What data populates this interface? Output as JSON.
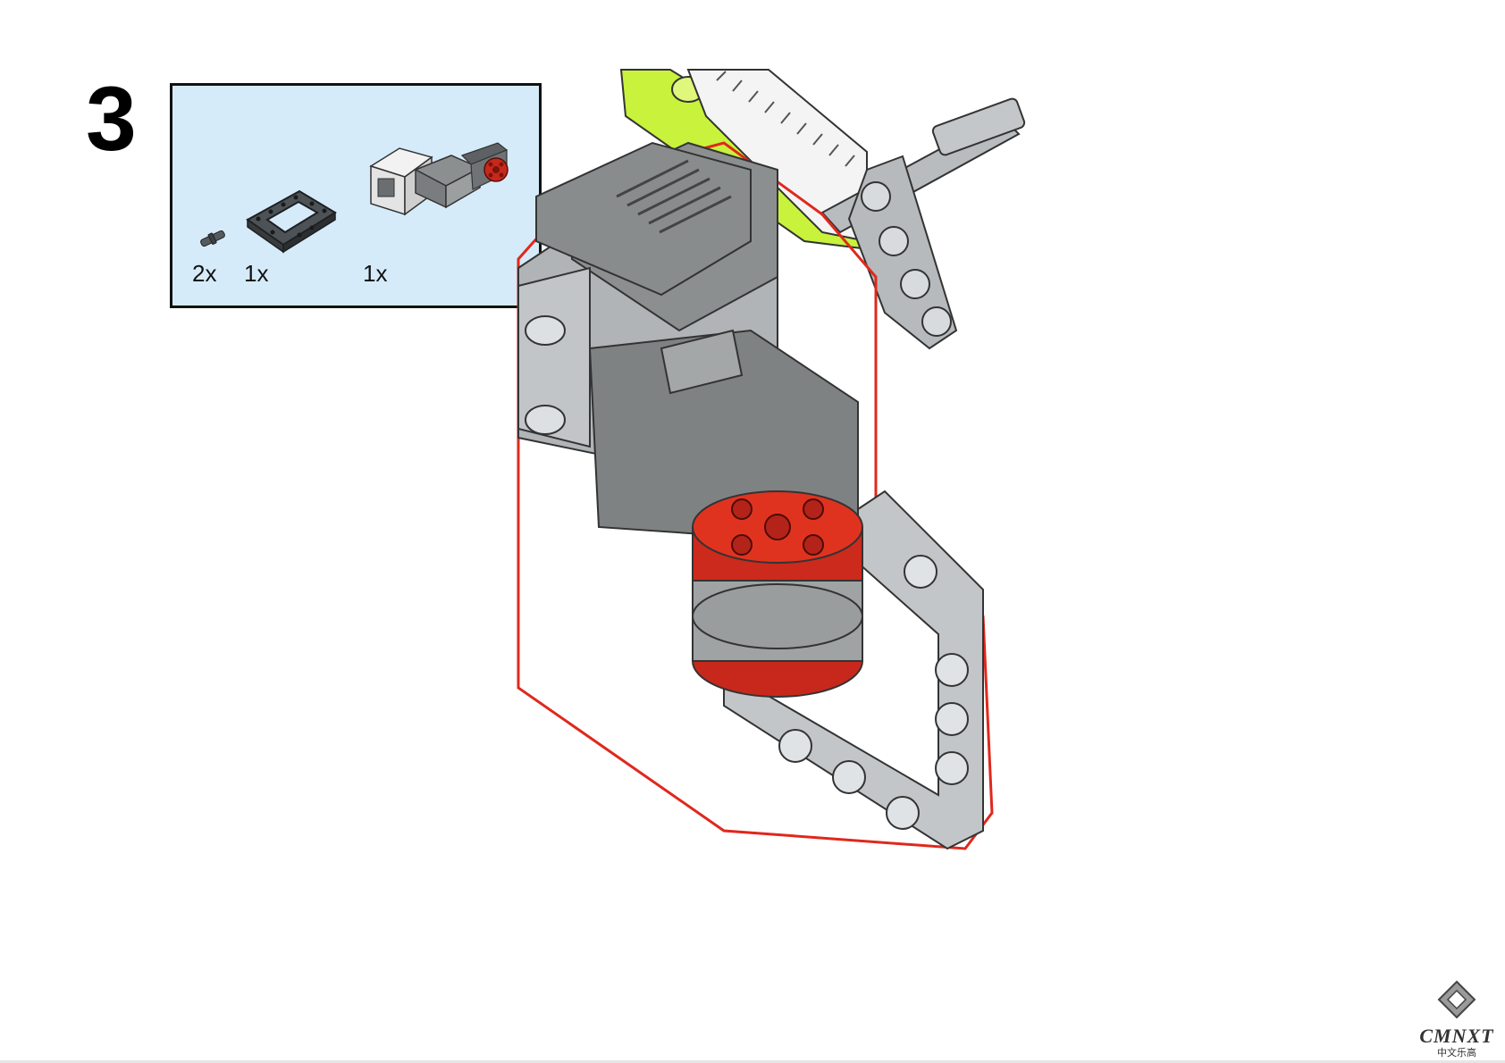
{
  "step": {
    "number": "3"
  },
  "parts_list": {
    "items": [
      {
        "name": "connector-peg",
        "quantity": "2x"
      },
      {
        "name": "open-frame",
        "quantity": "1x"
      },
      {
        "name": "large-motor",
        "quantity": "1x"
      }
    ]
  },
  "logo": {
    "brand": "CMNXT",
    "subtitle": "中文乐高"
  },
  "colors": {
    "callout_bg": "#d6ebfa",
    "lime_beam": "#c8f23c",
    "motor_gray": "#8c8f90",
    "light_gray": "#b8bcbe",
    "highlight_red": "#d42a1c"
  }
}
